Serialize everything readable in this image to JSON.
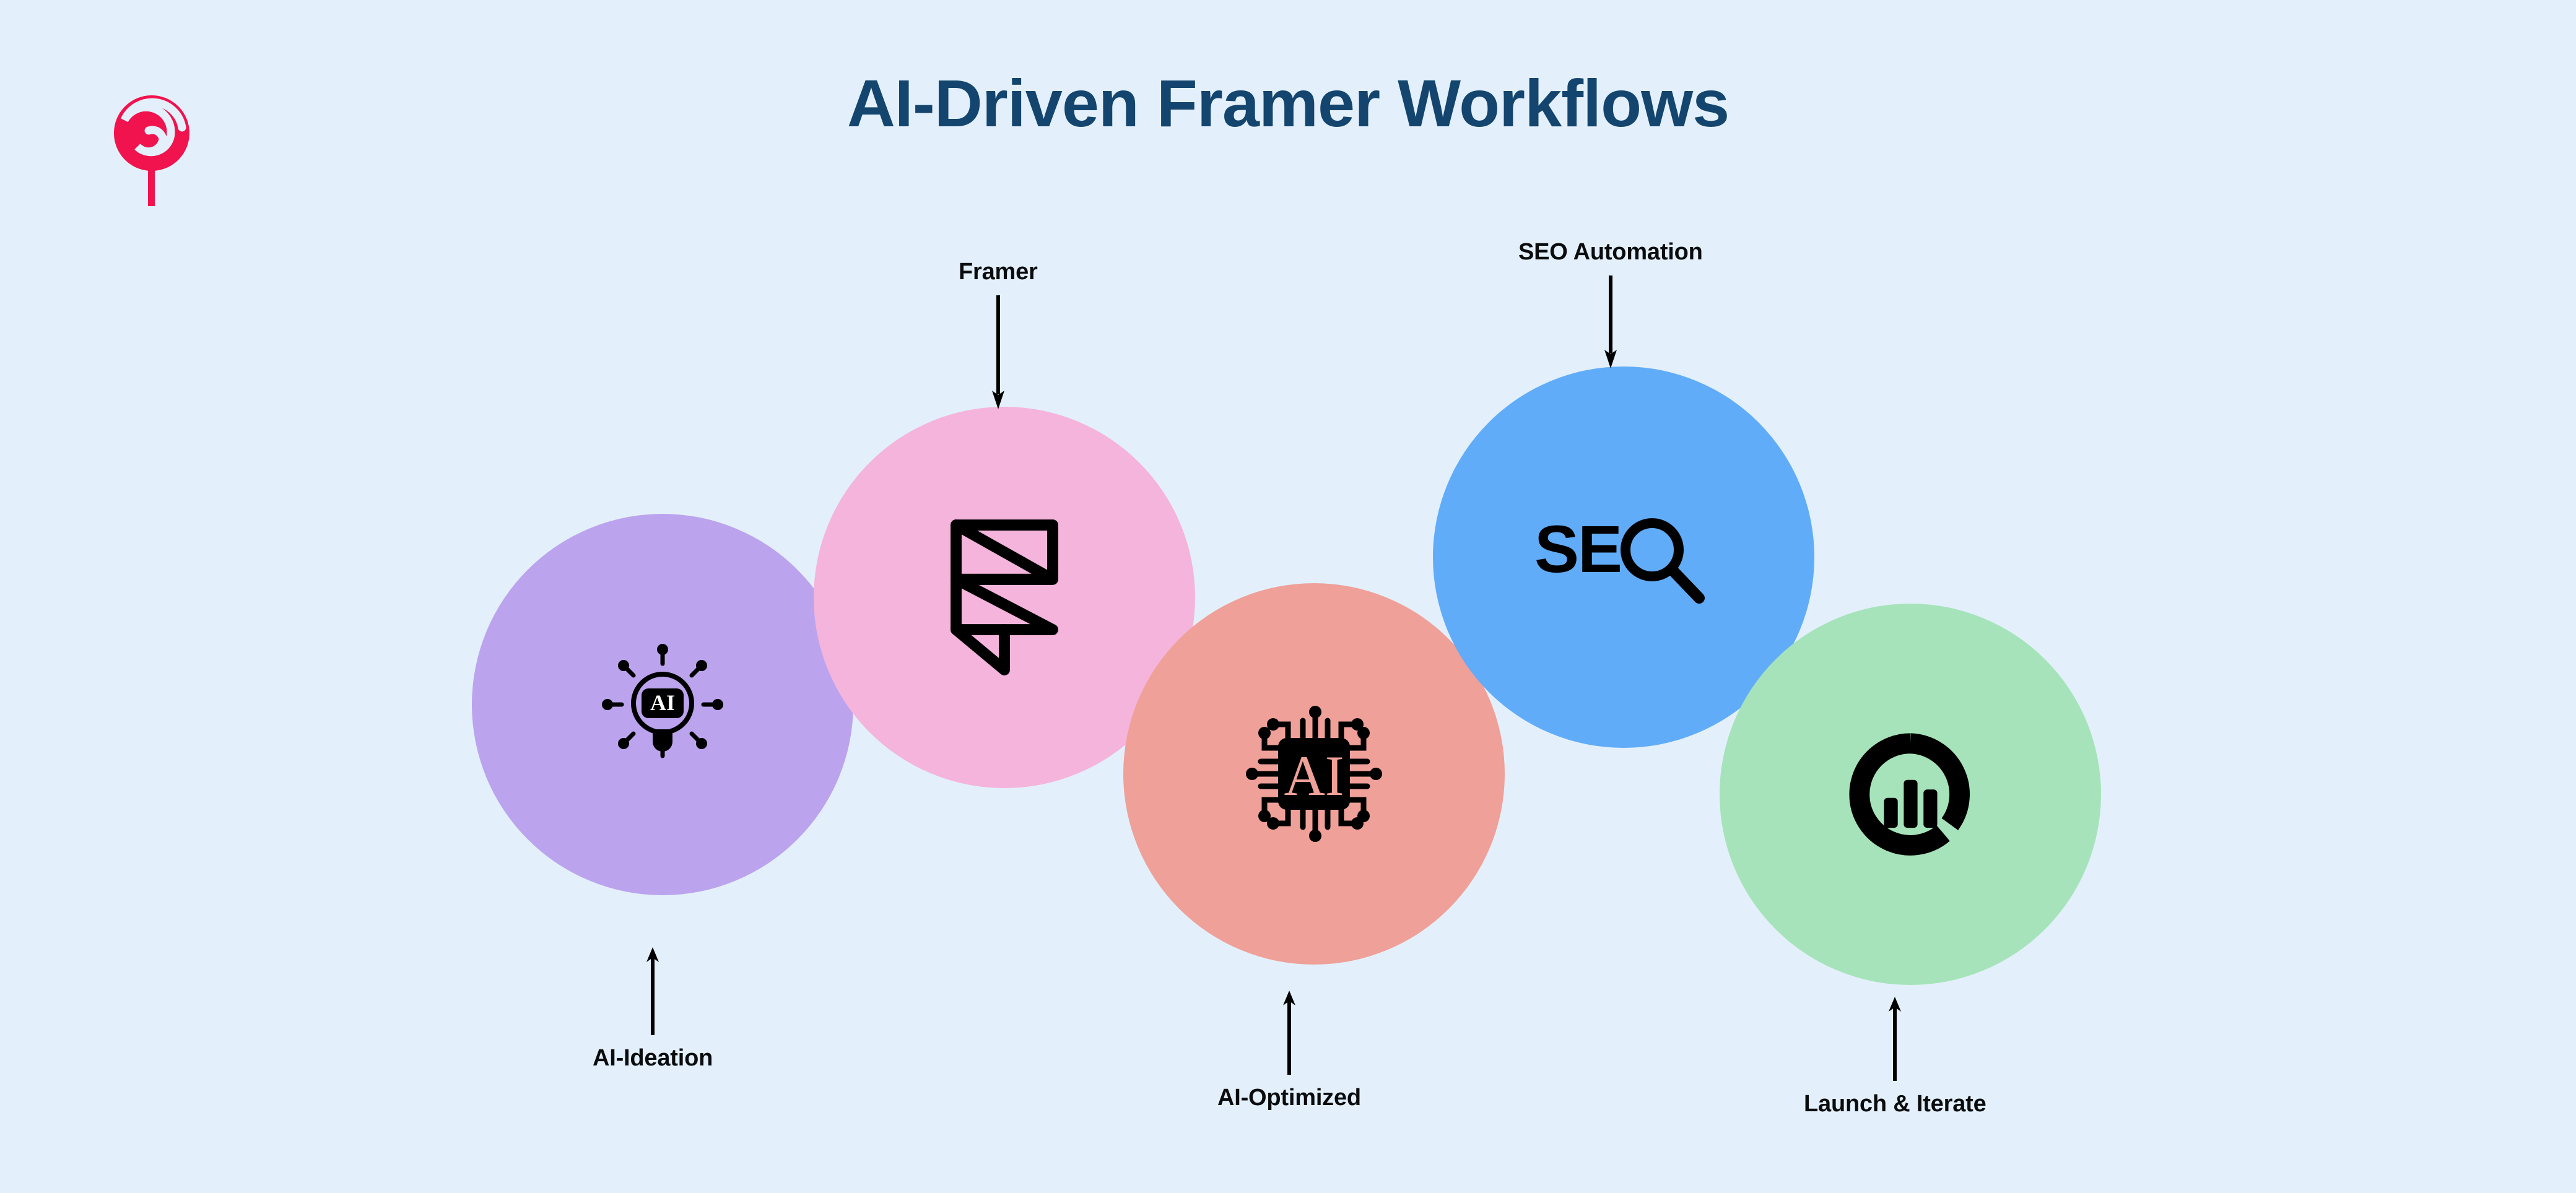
{
  "page": {
    "background_color": "#e3f0fb",
    "title": "AI-Driven Framer Workflows",
    "title_color": "#14456e"
  },
  "logo": {
    "name": "lollipop-swirl-logo",
    "color": "#f0134d"
  },
  "diagram_data": {
    "type": "diagram",
    "layout": "overlapping-circle-flow",
    "title": "AI-Driven Framer Workflows",
    "nodes": [
      {
        "id": "ideation",
        "label": "AI-Ideation",
        "icon": "ai-lightbulb-icon",
        "color": "#bca3ee",
        "label_position": "below",
        "arrow_direction": "up",
        "order": 1
      },
      {
        "id": "framer",
        "label": "Framer",
        "icon": "framer-logo-icon",
        "color": "#f4b4db",
        "label_position": "above",
        "arrow_direction": "down",
        "order": 2
      },
      {
        "id": "optimized",
        "label": "AI-Optimized",
        "icon": "ai-chip-icon",
        "color": "#efa098",
        "label_position": "below",
        "arrow_direction": "up",
        "order": 3
      },
      {
        "id": "seo",
        "label": "SEO Automation",
        "icon": "seo-magnifier-icon",
        "color": "#61acf9",
        "label_position": "above",
        "arrow_direction": "down",
        "order": 4
      },
      {
        "id": "launch",
        "label": "Launch & Iterate",
        "icon": "analytics-donut-bar-icon",
        "color": "#a6e3ba",
        "label_position": "below",
        "arrow_direction": "up",
        "order": 5
      }
    ]
  },
  "circles": {
    "ideation": {
      "label": "AI-Ideation"
    },
    "framer": {
      "label": "Framer"
    },
    "optimized": {
      "label": "AI-Optimized"
    },
    "seo": {
      "label": "SEO Automation",
      "icon_text": "SE"
    },
    "launch": {
      "label": "Launch & Iterate"
    }
  },
  "icons": {
    "ideation_text": "AI",
    "optimized_text": "AI",
    "seo_text": "SE"
  }
}
